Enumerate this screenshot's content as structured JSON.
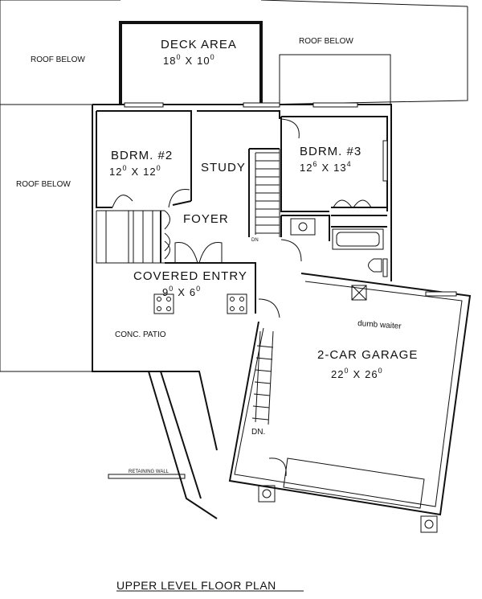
{
  "labels": {
    "roof_below_left": "ROOF BELOW",
    "roof_below_right": "ROOF BELOW",
    "roof_below_side": "ROOF BELOW",
    "deck_area": "DECK AREA",
    "deck_area_dim": [
      "18",
      "0",
      "X",
      "10",
      "0"
    ],
    "bdrm2": "BDRM. #2",
    "bdrm2_dim": [
      "12",
      "0",
      "X",
      "12",
      "0"
    ],
    "study": "STUDY",
    "bdrm3": "BDRM. #3",
    "bdrm3_dim": [
      "12",
      "6",
      "X",
      "13",
      "4"
    ],
    "foyer": "FOYER",
    "covered_entry": "COVERED ENTRY",
    "covered_entry_dim": [
      "9",
      "0",
      "X",
      "6",
      "0"
    ],
    "conc_patio": "CONC. PATIO",
    "garage": "2-CAR GARAGE",
    "garage_dim": [
      "22",
      "0",
      "X",
      "26",
      "0"
    ],
    "dumb_waiter": "dumb waiter",
    "dn_stair_main": "DN",
    "dn_stair_garage": "DN.",
    "retaining_wall": "RETAINING WALL",
    "plan_title": "UPPER LEVEL FLOOR PLAN"
  }
}
